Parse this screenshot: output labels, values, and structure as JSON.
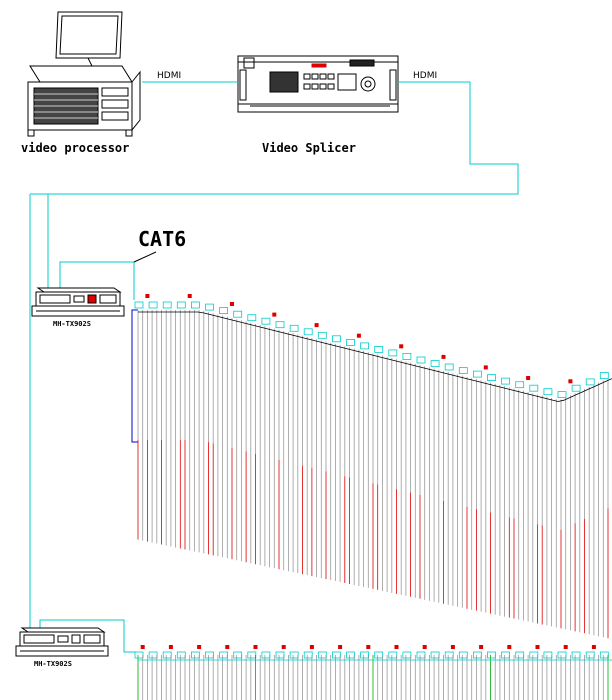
{
  "devices": {
    "video_processor_label": "video processor",
    "video_splicer_label": "Video Splicer",
    "transmitter_top_label": "MH-TX902S",
    "transmitter_bottom_label": "MH-TX902S"
  },
  "connections": {
    "hdmi_left_label": "HDMI",
    "hdmi_right_label": "HDMI",
    "cable_label": "CAT6"
  },
  "colors": {
    "cable": "#00cccc",
    "fixture_red": "#dd0000",
    "fixture_grey": "#999999",
    "fixture_green": "#00aa00",
    "fixture_blue": "#0000cc",
    "device_line": "#000000"
  }
}
